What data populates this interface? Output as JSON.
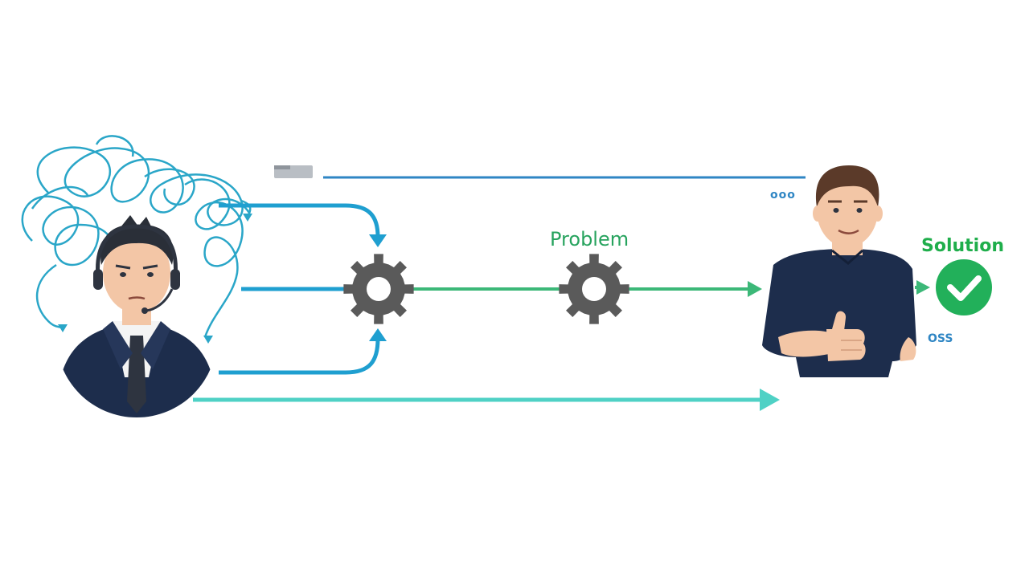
{
  "labels": {
    "problem": "Problem",
    "solution": "Solution",
    "dots": "ooo",
    "small_caption": "OSS"
  },
  "colors": {
    "tangle": "#2aa6c8",
    "flow_blue": "#1f9fd0",
    "flow_green": "#3cb878",
    "flow_teal": "#4fd1c5",
    "gear": "#5a5a5a",
    "navy": "#1d2d4c",
    "skin": "#f3c6a6",
    "hair": "#2a2f38",
    "hair_brown": "#5b3a29",
    "check_green": "#22b05a",
    "label_green": "#27a35e",
    "label_green_bright": "#1fae4b",
    "line_top": "#2f86c4",
    "grey_chip": "#b9bec4"
  },
  "icons": {
    "gear_left": "gear-icon",
    "gear_middle": "gear-icon",
    "check": "check-circle-icon",
    "folder": "folder-icon"
  }
}
